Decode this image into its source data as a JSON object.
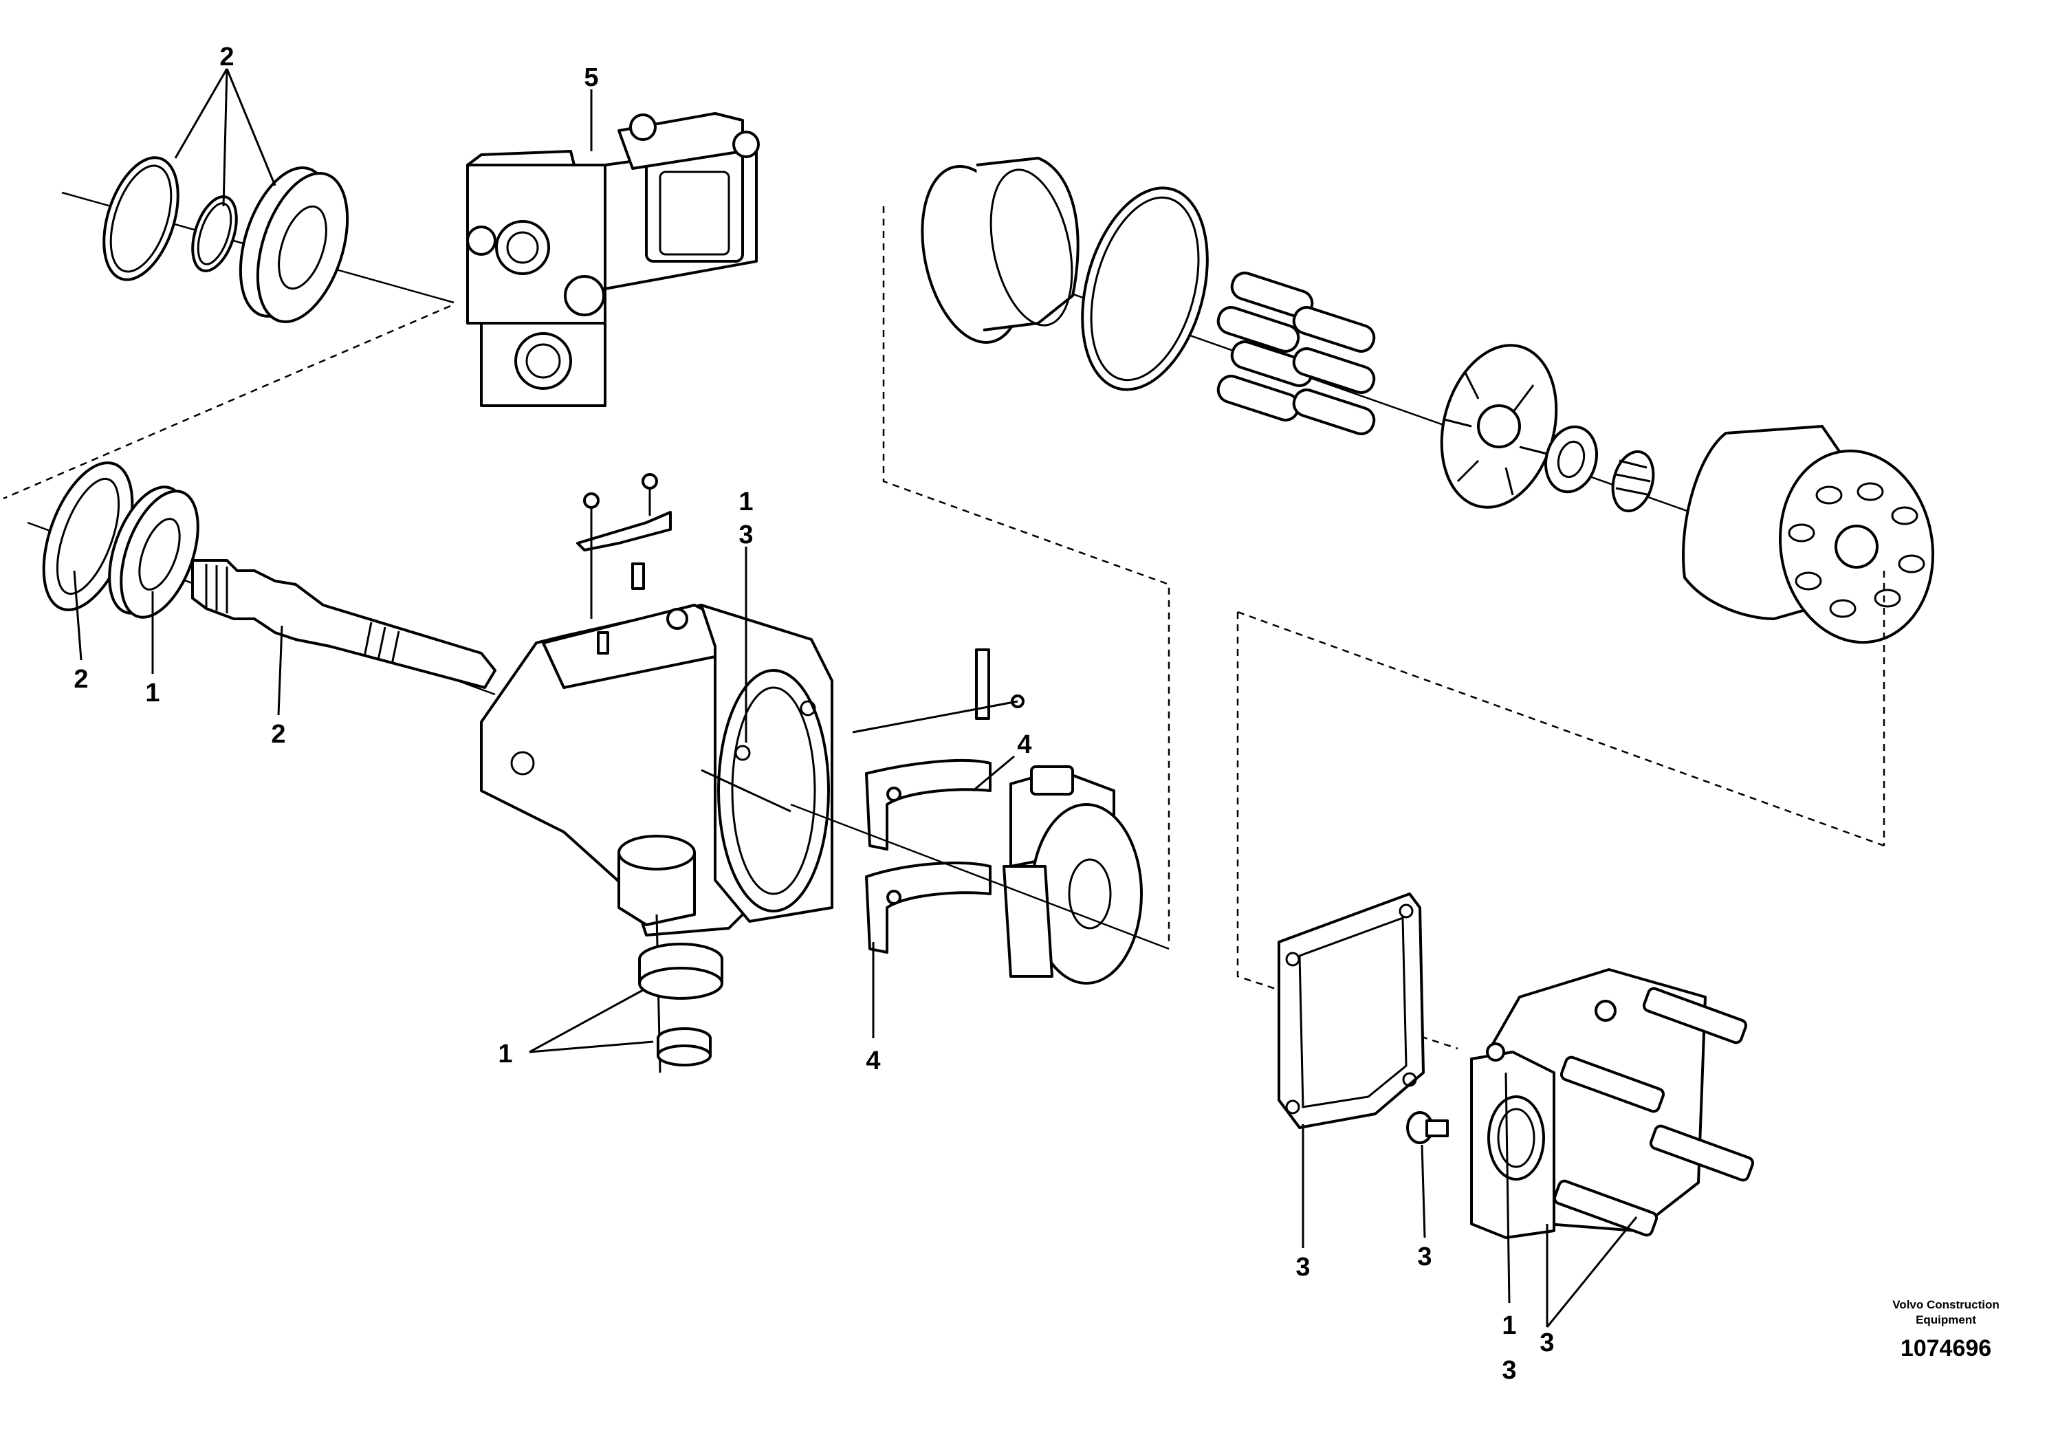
{
  "callouts": {
    "c2_top": "2",
    "c5": "5",
    "c2_left": "2",
    "c1_left": "1",
    "c2_shaft": "2",
    "c1_housing": "1",
    "c3_housing": "3",
    "c4_upper": "4",
    "c4_lower": "4",
    "c1_plugs": "1",
    "c3_gasket": "3",
    "c3_plug": "3",
    "c1_cover": "1",
    "c3_cover": "3",
    "c3_bolts": "3"
  },
  "caption": {
    "line1": "Volvo Construction",
    "line2": "Equipment",
    "code": "1074696"
  }
}
